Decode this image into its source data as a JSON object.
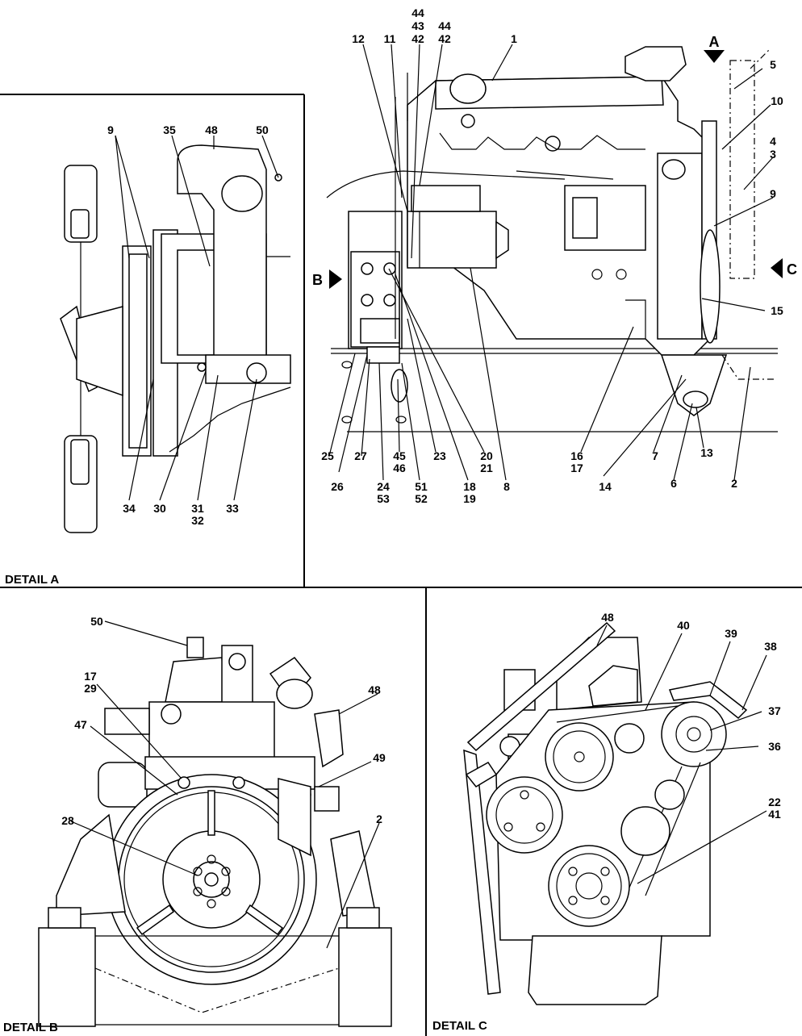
{
  "titles": {
    "detail_a": "DETAIL A",
    "detail_b": "DETAIL B",
    "detail_c": "DETAIL C"
  },
  "view_arrows": {
    "a": "A",
    "b": "B",
    "c": "C"
  },
  "callouts": {
    "main": [
      {
        "id": "m44a",
        "text": "44"
      },
      {
        "id": "m43",
        "text": "43"
      },
      {
        "id": "m42a",
        "text": "42"
      },
      {
        "id": "m44b",
        "text": "44"
      },
      {
        "id": "m42b",
        "text": "42"
      },
      {
        "id": "m12",
        "text": "12"
      },
      {
        "id": "m11",
        "text": "11"
      },
      {
        "id": "m1",
        "text": "1"
      },
      {
        "id": "m5",
        "text": "5"
      },
      {
        "id": "m10",
        "text": "10"
      },
      {
        "id": "m4",
        "text": "4"
      },
      {
        "id": "m3",
        "text": "3"
      },
      {
        "id": "m9",
        "text": "9"
      },
      {
        "id": "m15",
        "text": "15"
      },
      {
        "id": "m25",
        "text": "25"
      },
      {
        "id": "m27",
        "text": "27"
      },
      {
        "id": "m45",
        "text": "45"
      },
      {
        "id": "m46",
        "text": "46"
      },
      {
        "id": "m23",
        "text": "23"
      },
      {
        "id": "m20",
        "text": "20"
      },
      {
        "id": "m21",
        "text": "21"
      },
      {
        "id": "m16",
        "text": "16"
      },
      {
        "id": "m17",
        "text": "17"
      },
      {
        "id": "m7",
        "text": "7"
      },
      {
        "id": "m13",
        "text": "13"
      },
      {
        "id": "m26",
        "text": "26"
      },
      {
        "id": "m24",
        "text": "24"
      },
      {
        "id": "m53",
        "text": "53"
      },
      {
        "id": "m51",
        "text": "51"
      },
      {
        "id": "m52",
        "text": "52"
      },
      {
        "id": "m18",
        "text": "18"
      },
      {
        "id": "m19",
        "text": "19"
      },
      {
        "id": "m8",
        "text": "8"
      },
      {
        "id": "m14",
        "text": "14"
      },
      {
        "id": "m6",
        "text": "6"
      },
      {
        "id": "m2",
        "text": "2"
      }
    ],
    "detail_a": [
      {
        "id": "a9",
        "text": "9"
      },
      {
        "id": "a35",
        "text": "35"
      },
      {
        "id": "a48",
        "text": "48"
      },
      {
        "id": "a50",
        "text": "50"
      },
      {
        "id": "a34",
        "text": "34"
      },
      {
        "id": "a30",
        "text": "30"
      },
      {
        "id": "a31",
        "text": "31"
      },
      {
        "id": "a32",
        "text": "32"
      },
      {
        "id": "a33",
        "text": "33"
      }
    ],
    "detail_b": [
      {
        "id": "b50",
        "text": "50"
      },
      {
        "id": "b17",
        "text": "17"
      },
      {
        "id": "b29",
        "text": "29"
      },
      {
        "id": "b48",
        "text": "48"
      },
      {
        "id": "b47",
        "text": "47"
      },
      {
        "id": "b49",
        "text": "49"
      },
      {
        "id": "b28",
        "text": "28"
      },
      {
        "id": "b2",
        "text": "2"
      }
    ],
    "detail_c": [
      {
        "id": "c48",
        "text": "48"
      },
      {
        "id": "c40",
        "text": "40"
      },
      {
        "id": "c39",
        "text": "39"
      },
      {
        "id": "c38",
        "text": "38"
      },
      {
        "id": "c37",
        "text": "37"
      },
      {
        "id": "c36",
        "text": "36"
      },
      {
        "id": "c22",
        "text": "22"
      },
      {
        "id": "c41",
        "text": "41"
      }
    ]
  }
}
